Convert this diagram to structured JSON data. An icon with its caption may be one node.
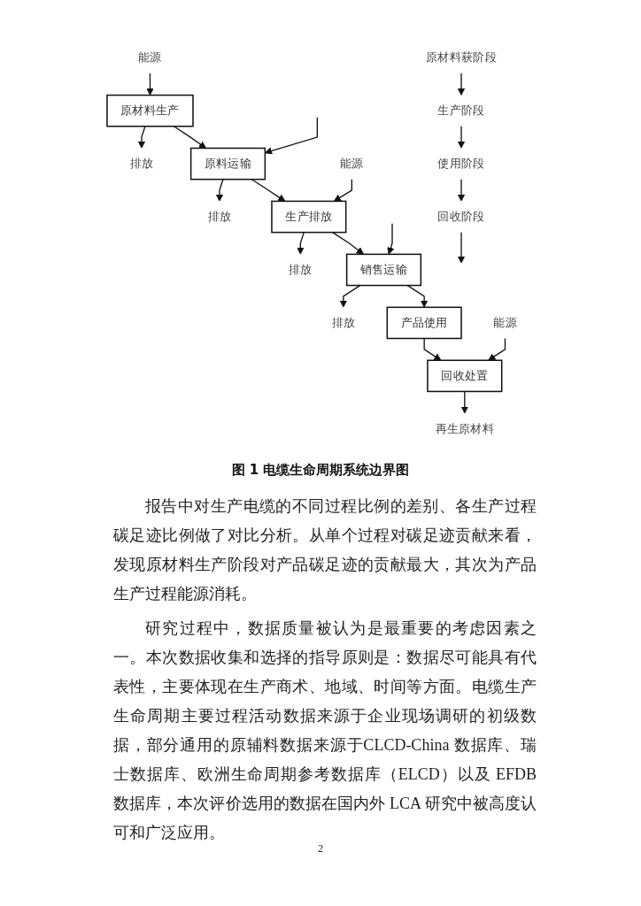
{
  "diagram": {
    "caption": "图 1 电缆生命周期系统边界图",
    "nodes": [
      {
        "text": [
          "能源"
        ]
      },
      {
        "text": [
          "原材料生产"
        ]
      },
      {
        "text": [
          "排放"
        ]
      },
      {
        "text": [
          "原料运输"
        ]
      },
      {
        "text": [
          "排放"
        ]
      },
      {
        "text": [
          "能源"
        ]
      },
      {
        "text": [
          "生产排放"
        ]
      },
      {
        "text": [
          "排放"
        ]
      },
      {
        "text": [
          "销售运输"
        ]
      },
      {
        "text": [
          "排放"
        ]
      },
      {
        "text": [
          "产品使用"
        ]
      },
      {
        "text": [
          "能源"
        ]
      },
      {
        "text": [
          "回收处置"
        ]
      },
      {
        "text": [
          "再生原材料"
        ]
      },
      {
        "text": [
          "原材料获阶段"
        ]
      },
      {
        "text": [
          "生产阶段"
        ]
      },
      {
        "text": [
          "使用阶段"
        ]
      },
      {
        "text": [
          "回收阶段"
        ]
      }
    ],
    "edges": [
      {
        "from": 0,
        "to": 1,
        "arrow": "to"
      },
      {
        "from": 1,
        "to": 2,
        "arrow": "to"
      },
      {
        "from": 1,
        "to": 3,
        "arrow": "to"
      },
      {
        "from": null,
        "to": 3,
        "arrow": "to"
      },
      {
        "from": 3,
        "to": 4,
        "arrow": "to"
      },
      {
        "from": 3,
        "to": 6,
        "arrow": "to"
      },
      {
        "from": 5,
        "to": 6,
        "arrow": "to"
      },
      {
        "from": 6,
        "to": 7,
        "arrow": "to"
      },
      {
        "from": 6,
        "to": 8,
        "arrow": "to"
      },
      {
        "from": null,
        "to": 8,
        "arrow": "to"
      },
      {
        "from": 8,
        "to": 9,
        "arrow": "to"
      },
      {
        "from": 8,
        "to": 10,
        "arrow": "to"
      },
      {
        "from": 10,
        "to": 12,
        "arrow": "to"
      },
      {
        "from": 11,
        "to": 12,
        "arrow": "to"
      },
      {
        "from": 12,
        "to": 13,
        "arrow": "to"
      },
      {
        "from": 14,
        "to": 15,
        "arrow": "to"
      },
      {
        "from": 15,
        "to": 16,
        "arrow": "to"
      },
      {
        "from": 16,
        "to": 17,
        "arrow": "to"
      },
      {
        "from": 17,
        "to": null,
        "arrow": "to"
      }
    ],
    "labels": [
      "报告中对生产电缆的不同过程比例的差别、各生产过程碳足迹比例做了对比分析。从单个过程对碳足迹贡献来看，发现原材料生产阶段对产品碳足迹的贡献最大，其次为产品生产过程能源消耗。",
      "研究过程中，数据质量被认为是最重要的考虑因素之一。本次数据收集和选择的指导原则是：数据尽可能具有代表性，主要体现在生产商术、地域、时间等方面。电缆生产生命周期主要过程活动数据来源于企业现场调研的初级数据，部分通用的原辅料数据来源于CLCD-China 数据库、瑞士数据库、欧洲生命周期参考数据库（ELCD）以及 EFDB 数据库，本次评价选用的数据在国内外 LCA 研究中被高度认可和广泛应用。",
      "2"
    ]
  }
}
